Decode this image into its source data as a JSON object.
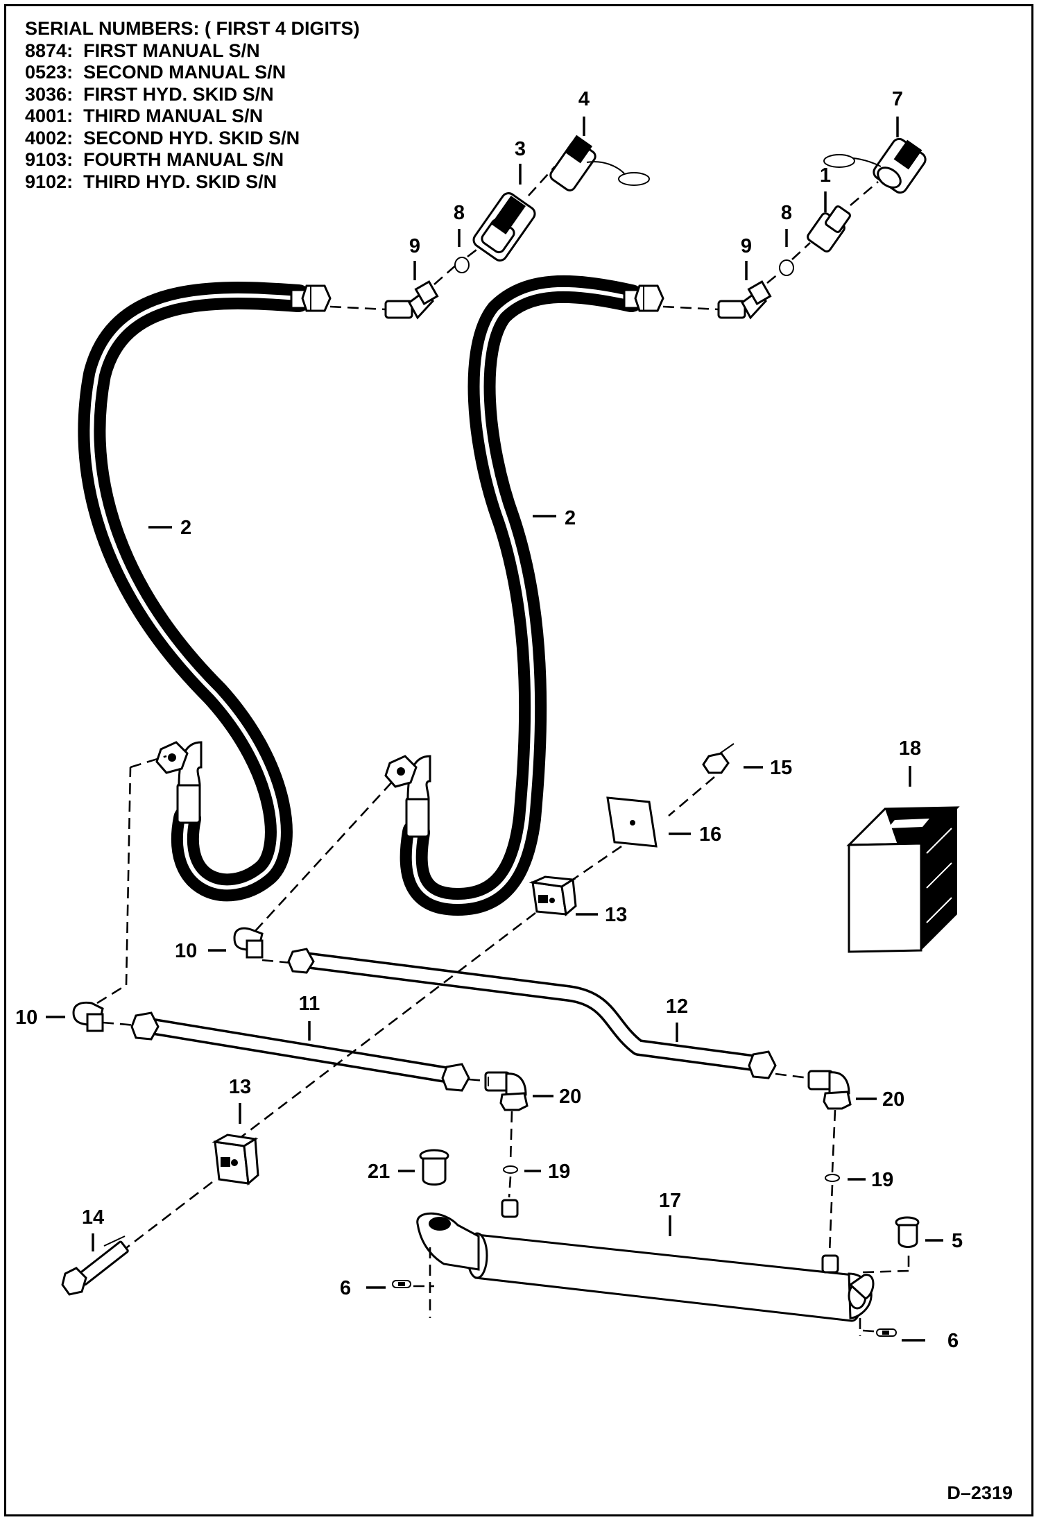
{
  "serial_numbers": {
    "heading": "SERIAL NUMBERS: ( FIRST 4 DIGITS)",
    "entries": [
      {
        "code": "8874:",
        "desc": "FIRST MANUAL S/N"
      },
      {
        "code": "0523:",
        "desc": "SECOND MANUAL S/N"
      },
      {
        "code": "3036:",
        "desc": "FIRST HYD. SKID S/N"
      },
      {
        "code": "4001:",
        "desc": "THIRD MANUAL S/N"
      },
      {
        "code": "4002:",
        "desc": "SECOND HYD. SKID S/N"
      },
      {
        "code": "9103:",
        "desc": "FOURTH MANUAL S/N"
      },
      {
        "code": "9102:",
        "desc": "THIRD HYD. SKID S/N"
      }
    ]
  },
  "callouts": {
    "c1": "1",
    "c2a": "2",
    "c2b": "2",
    "c3": "3",
    "c4": "4",
    "c5": "5",
    "c6a": "6",
    "c6b": "6",
    "c7": "7",
    "c8a": "8",
    "c8b": "8",
    "c9a": "9",
    "c9b": "9",
    "c10a": "10",
    "c10b": "10",
    "c11": "11",
    "c12": "12",
    "c13a": "13",
    "c13b": "13",
    "c14": "14",
    "c15": "15",
    "c16": "16",
    "c17": "17",
    "c18": "18",
    "c19a": "19",
    "c19b": "19",
    "c20a": "20",
    "c20b": "20",
    "c21": "21"
  },
  "drawing_code": "D–2319"
}
